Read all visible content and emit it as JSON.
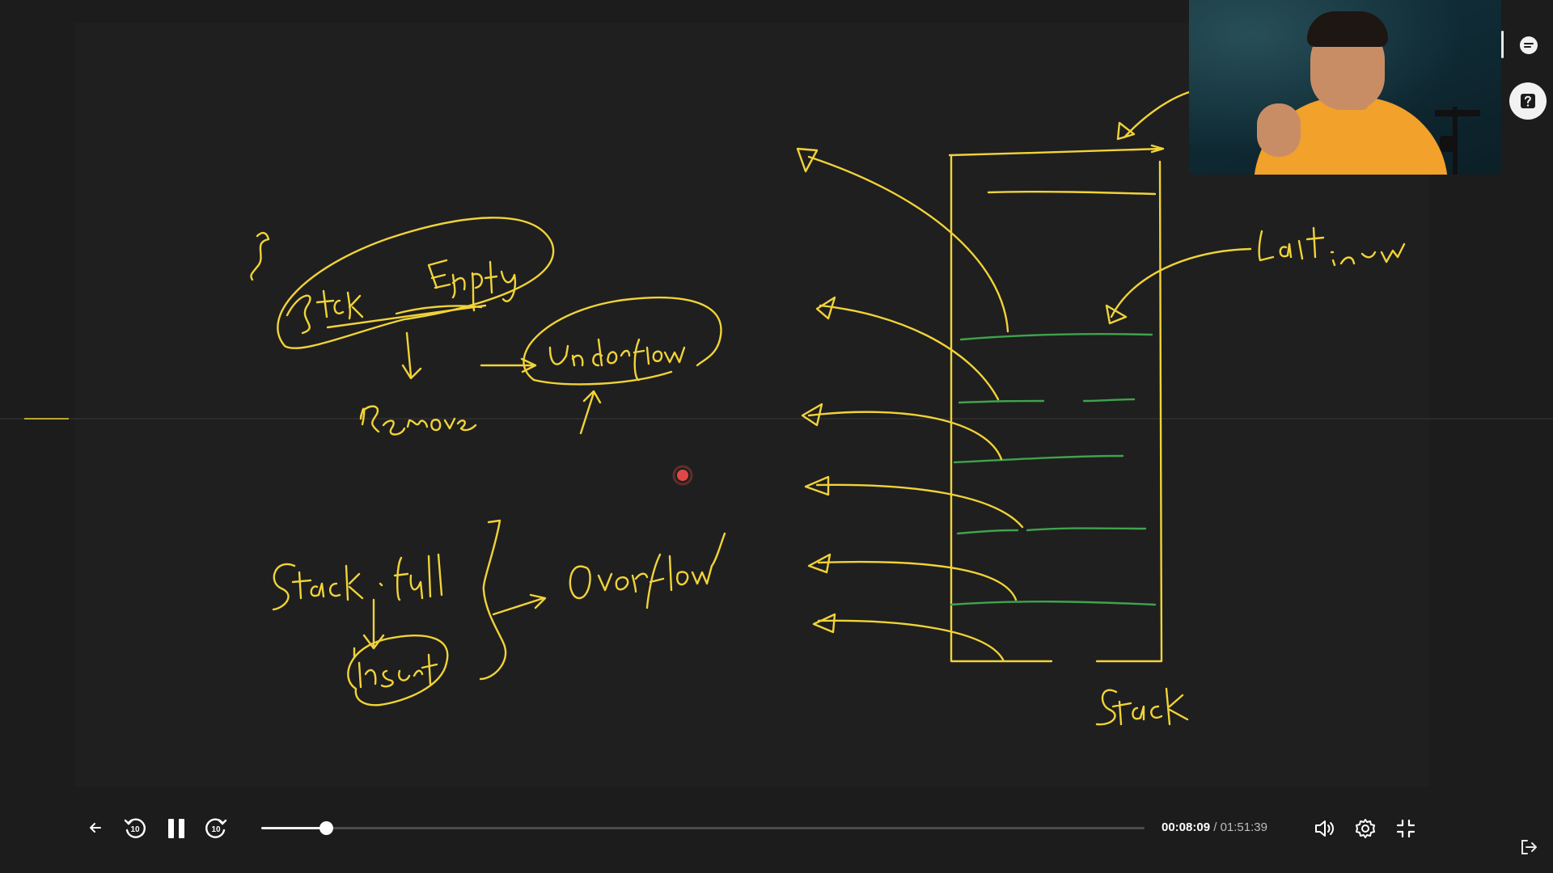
{
  "player": {
    "current_time": "00:08:09",
    "separator": "/",
    "total_time": "01:51:39",
    "progress_fraction": 0.0729
  },
  "whiteboard": {
    "handwriting": [
      "Stack Empty",
      "Underflow",
      "Remove",
      "Stack . full",
      "Insert",
      "Overflow",
      "Stack",
      "Last in"
    ]
  },
  "icons": {
    "back": "arrow-left-icon",
    "rewind": "rewind-10-icon",
    "pause": "pause-icon",
    "forward": "forward-10-icon",
    "volume": "volume-icon",
    "settings": "gear-icon",
    "minimize": "exit-fullscreen-icon",
    "chat": "chat-icon",
    "help": "help-icon",
    "exit": "exit-icon"
  },
  "colors": {
    "ink_yellow": "#f1d338",
    "ink_green": "#3fa34d",
    "background": "#1c1c1c",
    "shirt": "#f2a12a",
    "pointer": "#e04848"
  }
}
